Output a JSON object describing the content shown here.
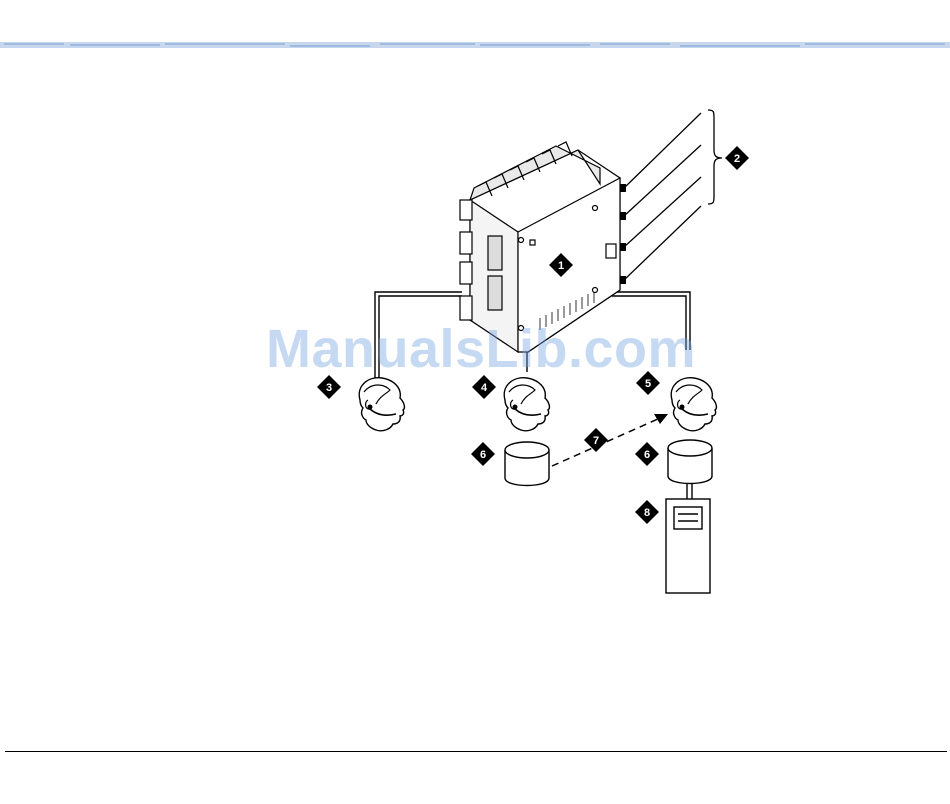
{
  "watermark": {
    "text": "ManualsLib.com",
    "color": "#78a5e1"
  },
  "colors": {
    "header_band": "#b8cde6",
    "line": "#000000",
    "marker_fill": "#000000",
    "marker_text": "#ffffff"
  },
  "callouts": {
    "control_unit": "1",
    "trunk_lines": "2",
    "agent_left": "3",
    "agent_center": "4",
    "agent_right": "5",
    "announcement_left": "6",
    "transfer_path": "7",
    "announcement_right": "6",
    "terminal": "8"
  },
  "icons": [
    "control-unit-icon",
    "operator-headset-icon",
    "announcement-device-icon",
    "terminal-icon"
  ]
}
